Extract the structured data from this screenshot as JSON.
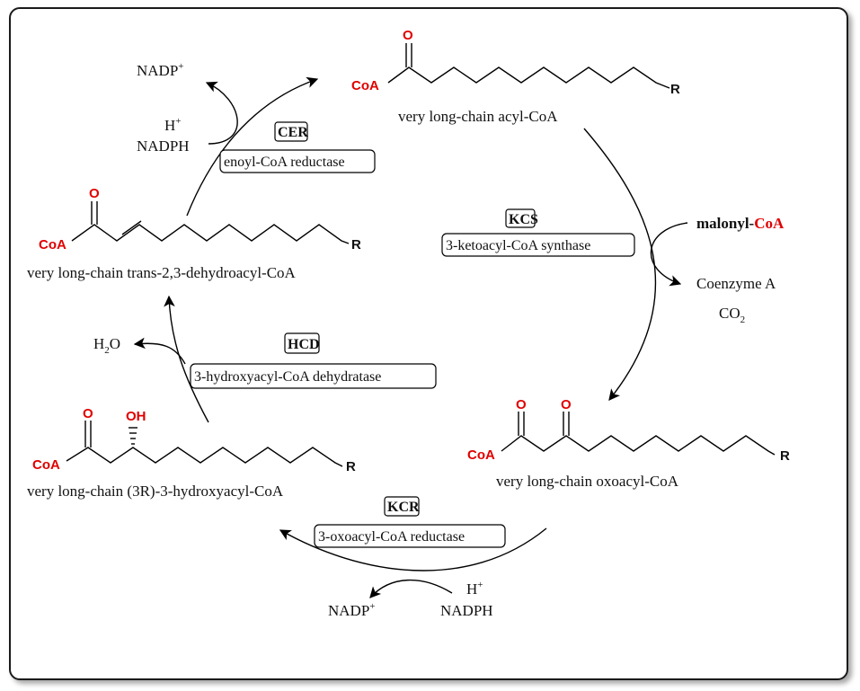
{
  "compounds": {
    "acyl": {
      "name": "very long-chain acyl-CoA",
      "coa": "CoA",
      "o": "O",
      "r": "R"
    },
    "oxoacyl": {
      "name": "very long-chain oxoacyl-CoA",
      "coa": "CoA",
      "o1": "O",
      "o2": "O",
      "r": "R"
    },
    "hydroxyacyl": {
      "name": "very long-chain (3R)-3-hydroxyacyl-CoA",
      "coa": "CoA",
      "o": "O",
      "oh": "OH",
      "r": "R"
    },
    "dehydroacyl": {
      "name": "very long-chain trans-2,3-dehydroacyl-CoA",
      "coa": "CoA",
      "o": "O",
      "r": "R"
    }
  },
  "enzymes": {
    "kcs": {
      "abbr": "KCS",
      "name": "3-ketoacyl-CoA synthase"
    },
    "kcr": {
      "abbr": "KCR",
      "name": "3-oxoacyl-CoA reductase"
    },
    "hcd": {
      "abbr": "HCD",
      "name": "3-hydroxyacyl-CoA dehydratase"
    },
    "cer": {
      "abbr": "CER",
      "name": "enoyl-CoA reductase"
    }
  },
  "cosubstrates": {
    "malonyl_prefix": "malonyl-",
    "malonyl_coa": "CoA",
    "coenzyme_a": "Coenzyme A",
    "co2_main": "CO",
    "co2_sub": "2",
    "kcr_h": "H",
    "kcr_h_sup": "+",
    "kcr_nadph": "NADPH",
    "kcr_nadp": "NADP",
    "kcr_nadp_sup": "+",
    "h2o_h": "H",
    "h2o_sub": "2",
    "h2o_o": "O",
    "cer_nadp": "NADP",
    "cer_nadp_sup": "+",
    "cer_h": "H",
    "cer_h_sup": "+",
    "cer_nadph": "NADPH"
  },
  "colors": {
    "heteroatom": "#e00000",
    "ink": "#111111",
    "frame": "#1a1a1a"
  }
}
